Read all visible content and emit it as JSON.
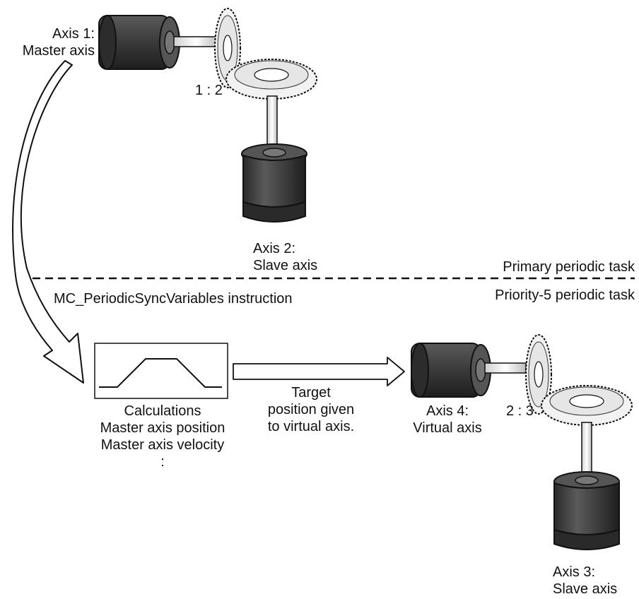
{
  "axis1": {
    "line1": "Axis 1:",
    "line2": "Master axis"
  },
  "axis2": {
    "line1": "Axis 2:",
    "line2": "Slave axis"
  },
  "axis3": {
    "line1": "Axis 3:",
    "line2": "Slave axis"
  },
  "axis4": {
    "line1": "Axis 4:",
    "line2": "Virtual axis"
  },
  "ratio_top": "1 : 2",
  "ratio_bottom": "2 : 3",
  "tasks": {
    "primary": "Primary periodic task",
    "priority5": "Priority-5 periodic task"
  },
  "instruction": "MC_PeriodicSyncVariables instruction",
  "calc": {
    "line1": "Calculations",
    "line2": "Master axis position",
    "line3": "Master axis velocity",
    "line4": ":"
  },
  "target": {
    "line1": "Target",
    "line2": "position given",
    "line3": "to virtual axis."
  },
  "colors": {
    "motor_body": "#3f3f3f",
    "motor_dark": "#1e1e1e",
    "gear_fill": "#f2f2f2",
    "line": "#111111"
  }
}
